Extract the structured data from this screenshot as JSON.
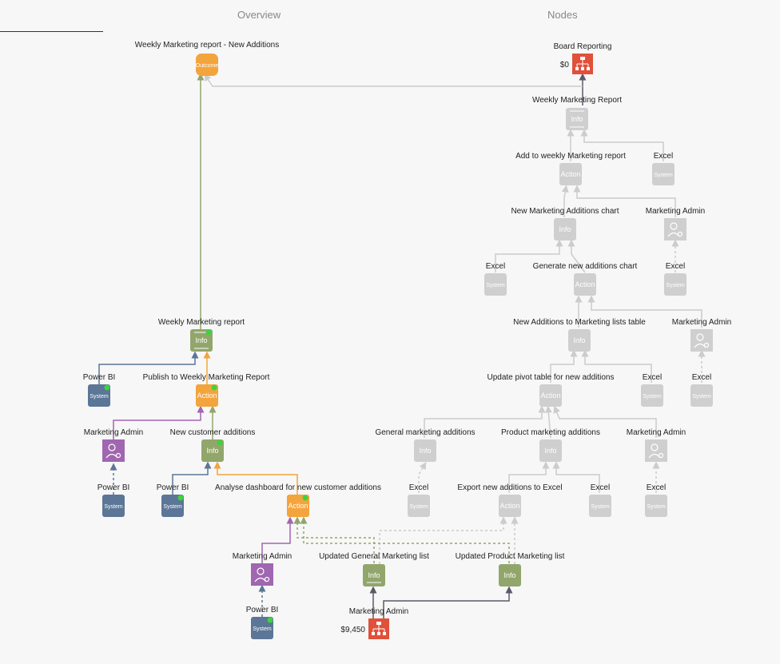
{
  "tabs": {
    "overview": "Overview",
    "nodes": "Nodes"
  },
  "colors": {
    "info": "#92a66c",
    "action": "#f3a43c",
    "outcome": "#f3a43c",
    "system": "#5b7696",
    "admin": "#a066b0",
    "org": "#e0503a",
    "ghost": "#cfcfcf",
    "ghostline": "#cccccc",
    "dot": "#3fd23f",
    "dark": "#5a5a6a"
  },
  "nodes": {
    "outcome": {
      "label": "Weekly Marketing report - New Additions",
      "badge": "Outcome"
    },
    "board": {
      "label": "Board Reporting",
      "amount": "$0"
    },
    "wmr_right": {
      "label": "Weekly Marketing Report",
      "badge": "Info"
    },
    "add_weekly": {
      "label": "Add to weekly Marketing report",
      "badge": "Action"
    },
    "excel_1": {
      "label": "Excel",
      "badge": "System"
    },
    "new_mkt_chart": {
      "label": "New Marketing Additions chart",
      "badge": "Info"
    },
    "mkt_admin_1": {
      "label": "Marketing Admin"
    },
    "excel_2": {
      "label": "Excel",
      "badge": "System"
    },
    "gen_chart": {
      "label": "Generate new additions chart",
      "badge": "Action"
    },
    "excel_3": {
      "label": "Excel",
      "badge": "System"
    },
    "new_add_table": {
      "label": "New Additions to Marketing lists table",
      "badge": "Info"
    },
    "mkt_admin_2": {
      "label": "Marketing Admin"
    },
    "update_pivot": {
      "label": "Update pivot table for new additions",
      "badge": "Action"
    },
    "excel_4": {
      "label": "Excel",
      "badge": "System"
    },
    "excel_5": {
      "label": "Excel",
      "badge": "System"
    },
    "gen_mkt_add": {
      "label": "General marketing additions",
      "badge": "Info"
    },
    "prod_mkt_add": {
      "label": "Product marketing additions",
      "badge": "Info"
    },
    "mkt_admin_3": {
      "label": "Marketing Admin"
    },
    "excel_6": {
      "label": "Excel",
      "badge": "System"
    },
    "export_excel": {
      "label": "Export new additions to Excel",
      "badge": "Action"
    },
    "excel_7": {
      "label": "Excel",
      "badge": "System"
    },
    "excel_8": {
      "label": "Excel",
      "badge": "System"
    },
    "wmr_left": {
      "label": "Weekly Marketing report",
      "badge": "Info"
    },
    "powerbi_1": {
      "label": "Power BI",
      "badge": "System"
    },
    "publish": {
      "label": "Publish to Weekly Marketing Report",
      "badge": "Action"
    },
    "mkt_admin_4": {
      "label": "Marketing Admin"
    },
    "new_cust": {
      "label": "New customer additions",
      "badge": "Info"
    },
    "powerbi_2": {
      "label": "Power BI",
      "badge": "System"
    },
    "powerbi_3": {
      "label": "Power BI",
      "badge": "System"
    },
    "analyse": {
      "label": "Analyse dashboard for new customer additions",
      "badge": "Action"
    },
    "mkt_admin_5": {
      "label": "Marketing Admin"
    },
    "upd_general": {
      "label": "Updated General Marketing list",
      "badge": "Info"
    },
    "upd_product": {
      "label": "Updated Product Marketing list",
      "badge": "Info"
    },
    "powerbi_4": {
      "label": "Power BI",
      "badge": "System"
    },
    "mkt_admin_org": {
      "label": "Marketing Admin",
      "amount": "$9,450"
    }
  }
}
